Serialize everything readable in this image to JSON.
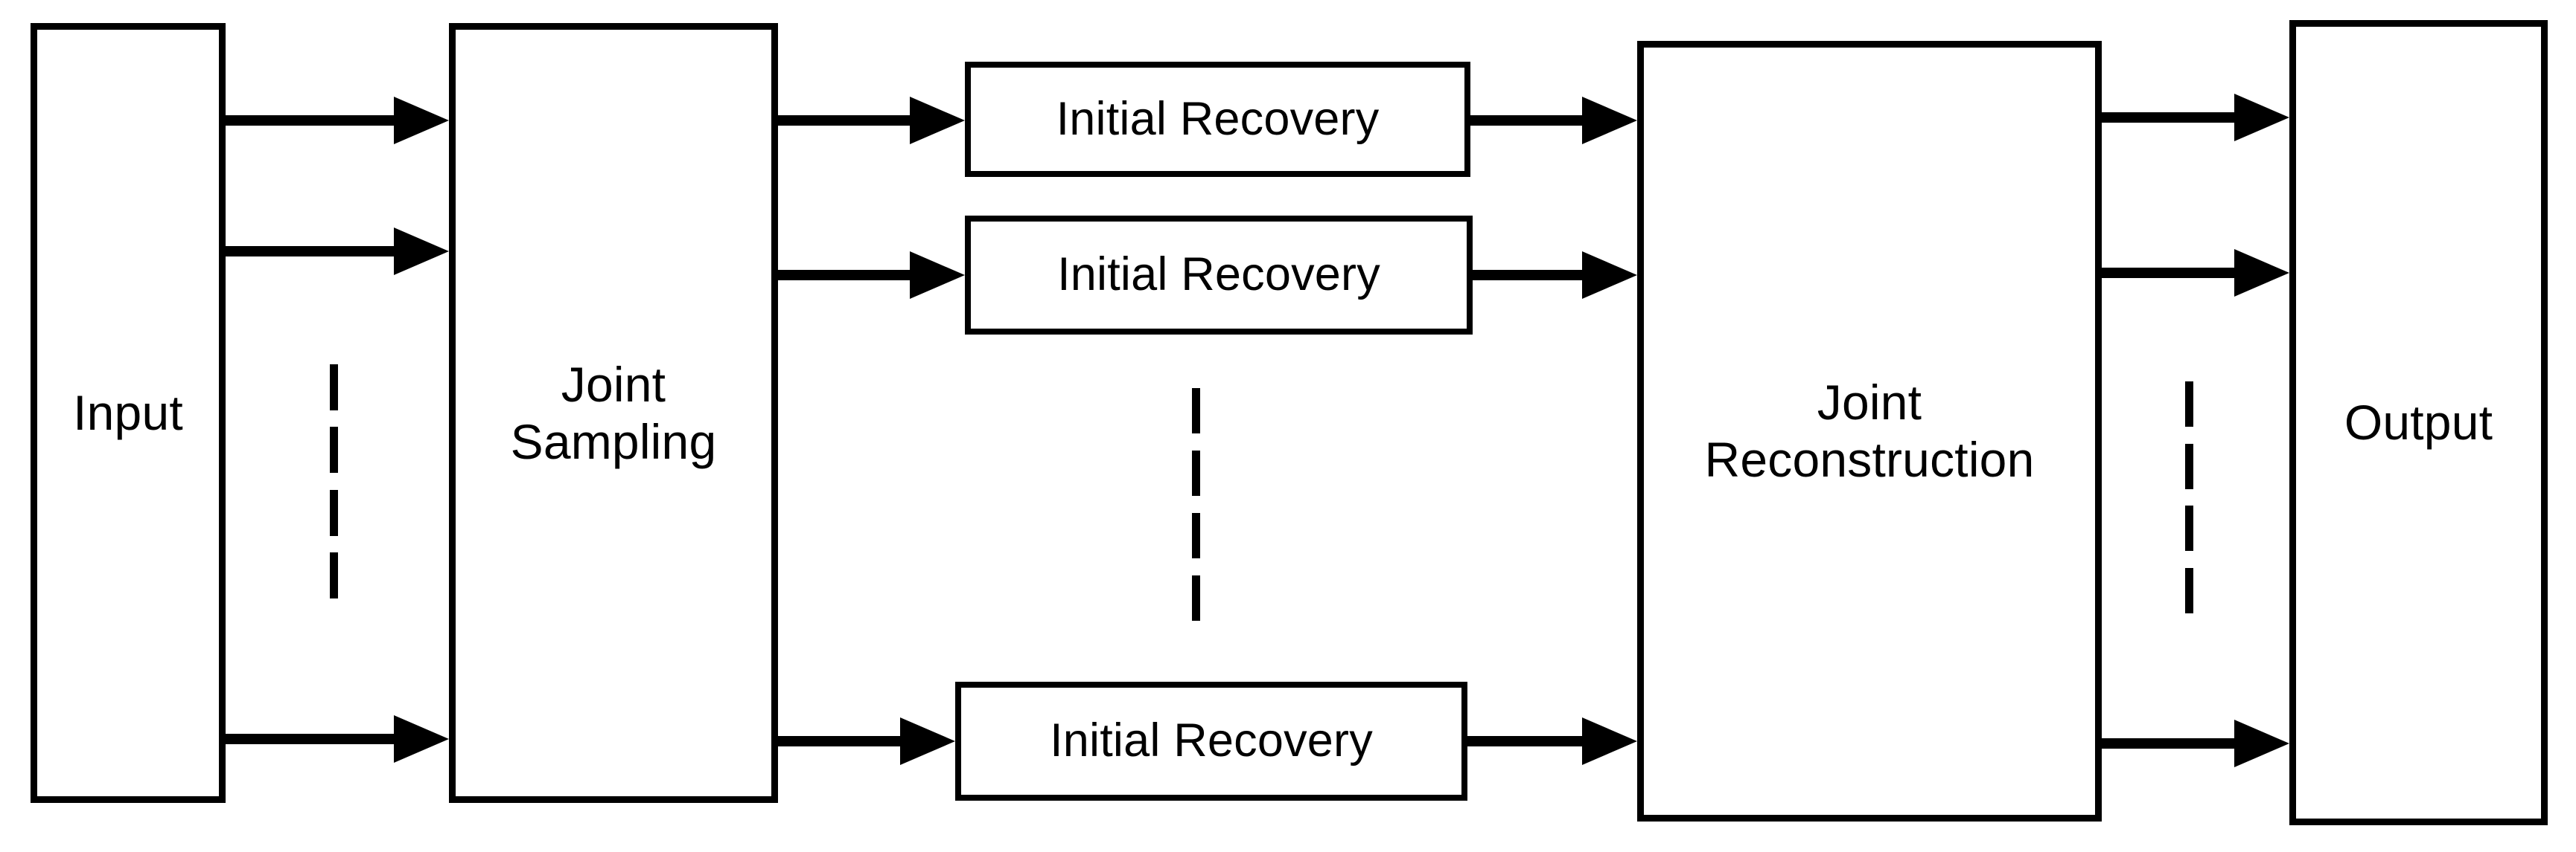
{
  "diagram": {
    "title": "Joint Sampling and Reconstruction Block Diagram",
    "stroke_color": "#000000",
    "background_color": "#ffffff",
    "nodes": {
      "input": {
        "label": "Input"
      },
      "joint_sampling": {
        "label": "Joint\nSampling"
      },
      "joint_reconstruction": {
        "label": "Joint\nReconstruction"
      },
      "output": {
        "label": "Output"
      }
    },
    "recovery_boxes": [
      {
        "label": "Initial Recovery"
      },
      {
        "label": "Initial Recovery"
      },
      {
        "label": "Initial Recovery"
      }
    ],
    "ellipses": [
      {
        "name": "input-to-sampling-ellipsis",
        "dash_count": 4
      },
      {
        "name": "recovery-stack-ellipsis",
        "dash_count": 4
      },
      {
        "name": "reconstruction-to-output-ellipsis",
        "dash_count": 4
      }
    ],
    "connections": [
      {
        "from": "input",
        "to": "joint_sampling",
        "channel": 1
      },
      {
        "from": "input",
        "to": "joint_sampling",
        "channel": 2
      },
      {
        "from": "input",
        "to": "joint_sampling",
        "channel": "n"
      },
      {
        "from": "joint_sampling",
        "to": "initial_recovery_1",
        "channel": 1
      },
      {
        "from": "joint_sampling",
        "to": "initial_recovery_2",
        "channel": 2
      },
      {
        "from": "joint_sampling",
        "to": "initial_recovery_n",
        "channel": "n"
      },
      {
        "from": "initial_recovery_1",
        "to": "joint_reconstruction",
        "channel": 1
      },
      {
        "from": "initial_recovery_2",
        "to": "joint_reconstruction",
        "channel": 2
      },
      {
        "from": "initial_recovery_n",
        "to": "joint_reconstruction",
        "channel": "n"
      },
      {
        "from": "joint_reconstruction",
        "to": "output",
        "channel": 1
      },
      {
        "from": "joint_reconstruction",
        "to": "output",
        "channel": 2
      },
      {
        "from": "joint_reconstruction",
        "to": "output",
        "channel": "n"
      }
    ]
  }
}
